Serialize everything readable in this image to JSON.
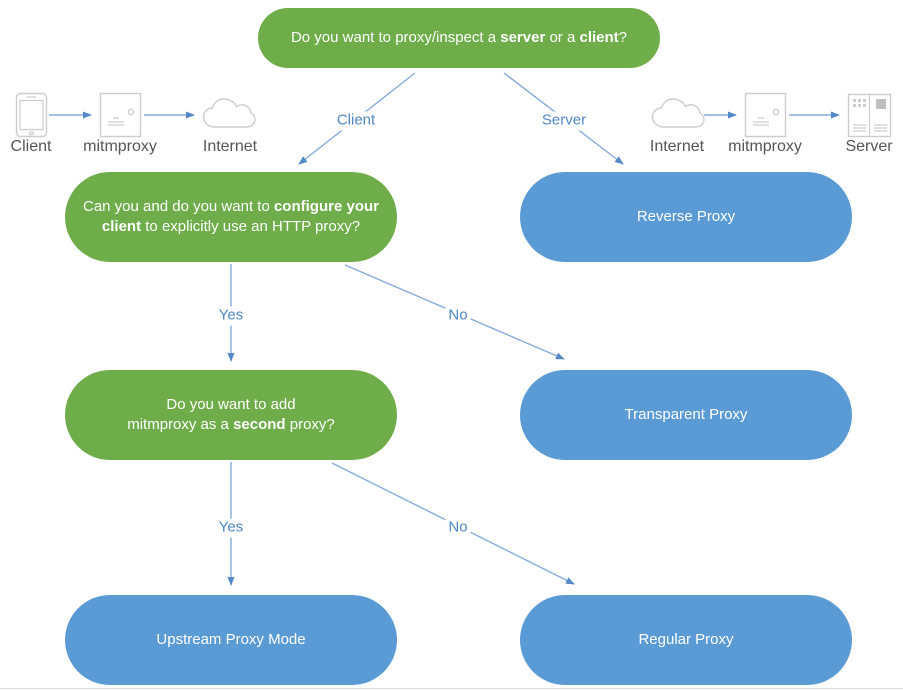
{
  "title": "mitmproxy mode decision flowchart",
  "colors": {
    "green": "#6EAD49",
    "blue": "#5B9BD5",
    "arrow_line": "#85ABDB",
    "arrow_head": "#5488C7",
    "edge_label": "#4E87C5",
    "icon_label": "#555555",
    "icon_stroke": "#CCCCCC"
  },
  "nodes": {
    "root_question": {
      "pre": "Do you want to proxy/inspect a ",
      "bold1": "server",
      "mid": " or a ",
      "bold2": "client",
      "post": "?"
    },
    "configure_question": {
      "line1_pre": "Can you and do you want to ",
      "line1_bold": "configure your",
      "line2_bold": "client",
      "line2_post": " to explicitly use an HTTP proxy?"
    },
    "second_proxy_question": {
      "line1": "Do you want to add",
      "line2_pre": "mitmproxy as a ",
      "line2_bold": "second",
      "line2_post": " proxy?"
    },
    "reverse_proxy": "Reverse Proxy",
    "transparent_proxy": "Transparent Proxy",
    "upstream_proxy": "Upstream Proxy Mode",
    "regular_proxy": "Regular Proxy"
  },
  "edge_labels": {
    "client": "Client",
    "server": "Server",
    "yes1": "Yes",
    "no1": "No",
    "yes2": "Yes",
    "no2": "No"
  },
  "diagrams": {
    "left": {
      "client": "Client",
      "proxy": "mitmproxy",
      "internet": "Internet"
    },
    "right": {
      "internet": "Internet",
      "proxy": "mitmproxy",
      "server": "Server"
    }
  }
}
